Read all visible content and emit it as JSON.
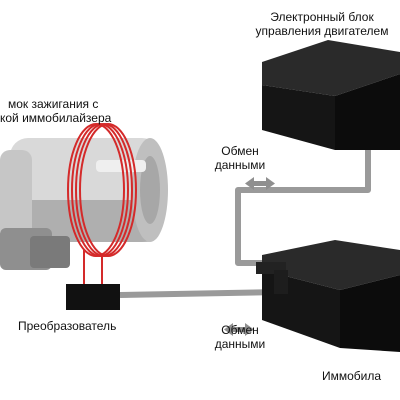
{
  "labels": {
    "ecu_line1": "Электронный блок",
    "ecu_line2": "управления двигателем",
    "lock_line1": "мок зажигания с",
    "lock_line2": "кой иммобилайзера",
    "exchange_top_line1": "Обмен",
    "exchange_top_line2": "данными",
    "exchange_bottom_line1": "Обмен",
    "exchange_bottom_line2": "данными",
    "transducer": "Преобразователь",
    "immobilizer": "Иммобила"
  },
  "colors": {
    "background": "#ffffff",
    "box_dark": "#151515",
    "box_top": "#2a2a2a",
    "wire": "#9a9a9a",
    "coil": "#d42a2a",
    "lock_body": "#d9d9d9",
    "lock_shadow": "#8c8c8c",
    "arrow": "#8f8f8f"
  },
  "icons": {
    "exchange_arrow": "double-headed-arrow"
  }
}
